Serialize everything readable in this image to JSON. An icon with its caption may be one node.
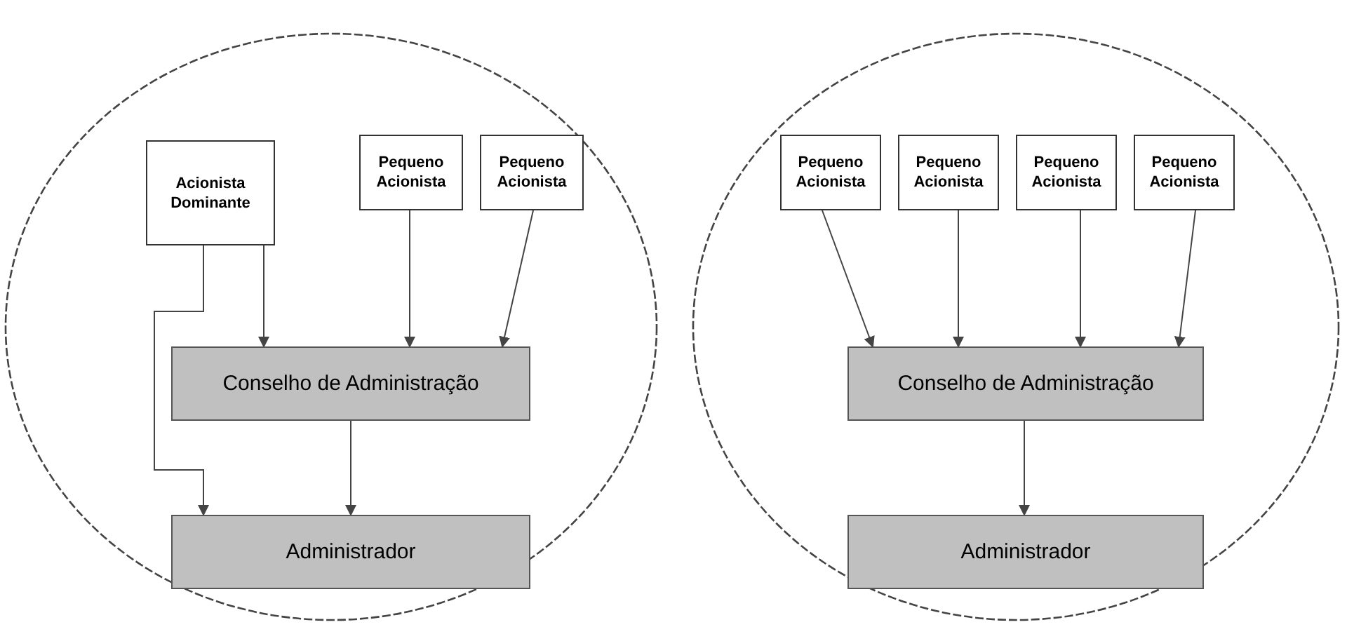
{
  "diagram": {
    "nodes": [
      {
        "text": [],
        "shape": "circle"
      },
      {
        "text": [
          "Acionista Dominante"
        ],
        "in": 0
      },
      {
        "text": [
          "Pequeno Acionista"
        ],
        "in": 0
      },
      {
        "text": [
          "Pequeno Acionista"
        ],
        "in": 0
      },
      {
        "text": [
          "Conselho de Administração"
        ],
        "in": 0
      },
      {
        "text": [
          "Administrador"
        ],
        "in": 0
      },
      {
        "text": [],
        "shape": "circle"
      },
      {
        "text": [
          "Pequeno Acionista"
        ],
        "in": 6
      },
      {
        "text": [
          "Pequeno Acionista"
        ],
        "in": 6
      },
      {
        "text": [
          "Pequeno Acionista"
        ],
        "in": 6
      },
      {
        "text": [
          "Pequeno Acionista"
        ],
        "in": 6
      },
      {
        "text": [
          "Conselho de Administração"
        ],
        "in": 6
      },
      {
        "text": [
          "Administrador"
        ],
        "in": 6
      }
    ],
    "edges": [
      {
        "from": 1,
        "to": 5,
        "arrow": "to"
      },
      {
        "from": 1,
        "to": 4,
        "arrow": "to"
      },
      {
        "from": 2,
        "to": 4,
        "arrow": "to"
      },
      {
        "from": 3,
        "to": 4,
        "arrow": "to"
      },
      {
        "from": 4,
        "to": 5,
        "arrow": "to"
      },
      {
        "from": 7,
        "to": 11,
        "arrow": "to"
      },
      {
        "from": 8,
        "to": 11,
        "arrow": "to"
      },
      {
        "from": 9,
        "to": 11,
        "arrow": "to"
      },
      {
        "from": 10,
        "to": 11,
        "arrow": "to"
      },
      {
        "from": 11,
        "to": 12,
        "arrow": "to"
      }
    ]
  }
}
